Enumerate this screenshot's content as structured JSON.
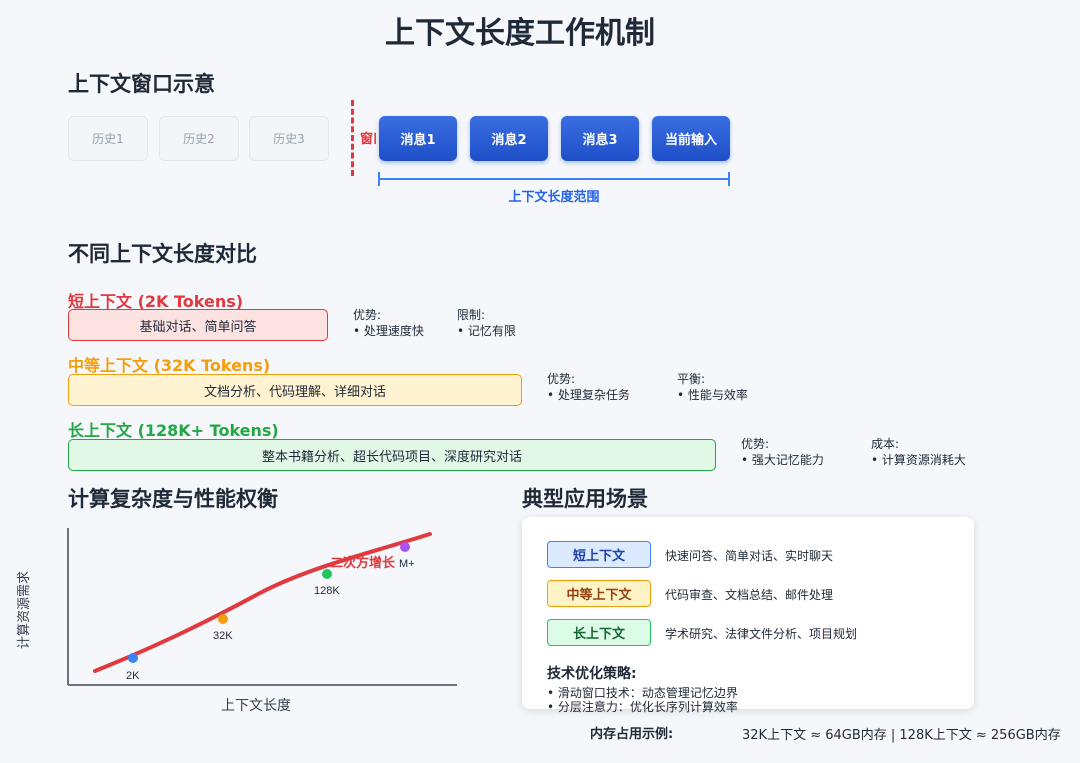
{
  "title": "上下文长度工作机制",
  "window_section": {
    "title": "上下文窗口示意",
    "history": [
      "历史1",
      "历史2",
      "历史3"
    ],
    "window_label": "窗口",
    "messages": [
      "消息1",
      "消息2",
      "消息3",
      "当前输入"
    ],
    "range_label": "上下文长度范围",
    "colors": {
      "divider": "#e0393e",
      "message": "#1e4fc9",
      "range": "#3b82f6"
    }
  },
  "comparison_section": {
    "title": "不同上下文长度对比",
    "items": [
      {
        "heading": "短上下文 (2K Tokens)",
        "bar": "基础对话、简单问答",
        "note1_title": "优势:",
        "note1_item": "• 处理速度快",
        "note2_title": "限制:",
        "note2_item": "• 记忆有限",
        "color": "#e0393e",
        "fill": "#fde2e2"
      },
      {
        "heading": "中等上下文 (32K Tokens)",
        "bar": "文档分析、代码理解、详细对话",
        "note1_title": "优势:",
        "note1_item": "• 处理复杂任务",
        "note2_title": "平衡:",
        "note2_item": "• 性能与效率",
        "color": "#f59e0b",
        "fill": "#fff3d1"
      },
      {
        "heading": "长上下文 (128K+ Tokens)",
        "bar": "整本书籍分析、超长代码项目、深度研究对话",
        "note1_title": "优势:",
        "note1_item": "• 强大记忆能力",
        "note2_title": "成本:",
        "note2_item": "• 计算资源消耗大",
        "color": "#22a745",
        "fill": "#e1f8e6"
      }
    ]
  },
  "complexity_section": {
    "title": "计算复杂度与性能权衡",
    "chart_data": {
      "type": "line",
      "xlabel": "上下文长度",
      "ylabel": "计算资源需求",
      "annotation": "二次方增长",
      "points": [
        {
          "label": "2K",
          "color": "#3b82f6"
        },
        {
          "label": "32K",
          "color": "#f59e0b"
        },
        {
          "label": "128K",
          "color": "#22c55e"
        },
        {
          "label": "M+",
          "color": "#a855f7"
        }
      ],
      "curve_color": "#e0393e"
    }
  },
  "scenario_section": {
    "title": "典型应用场景",
    "rows": [
      {
        "tag": "短上下文",
        "desc": "快速问答、简单对话、实时聊天",
        "border": "#3b82f6",
        "fill": "#dbeafe",
        "text": "#1e40af"
      },
      {
        "tag": "中等上下文",
        "desc": "代码审查、文档总结、邮件处理",
        "border": "#f59e0b",
        "fill": "#fef3c7",
        "text": "#92400e"
      },
      {
        "tag": "长上下文",
        "desc": "学术研究、法律文件分析、项目规划",
        "border": "#22c55e",
        "fill": "#dcfce7",
        "text": "#166534"
      }
    ],
    "strategy_title": "技术优化策略:",
    "strategies": [
      "• 滑动窗口技术：动态管理记忆边界",
      "• 分层注意力：优化长序列计算效率"
    ]
  },
  "memory": {
    "label": "内存占用示例:",
    "value": "32K上下文 ≈ 64GB内存 | 128K上下文 ≈ 256GB内存"
  }
}
